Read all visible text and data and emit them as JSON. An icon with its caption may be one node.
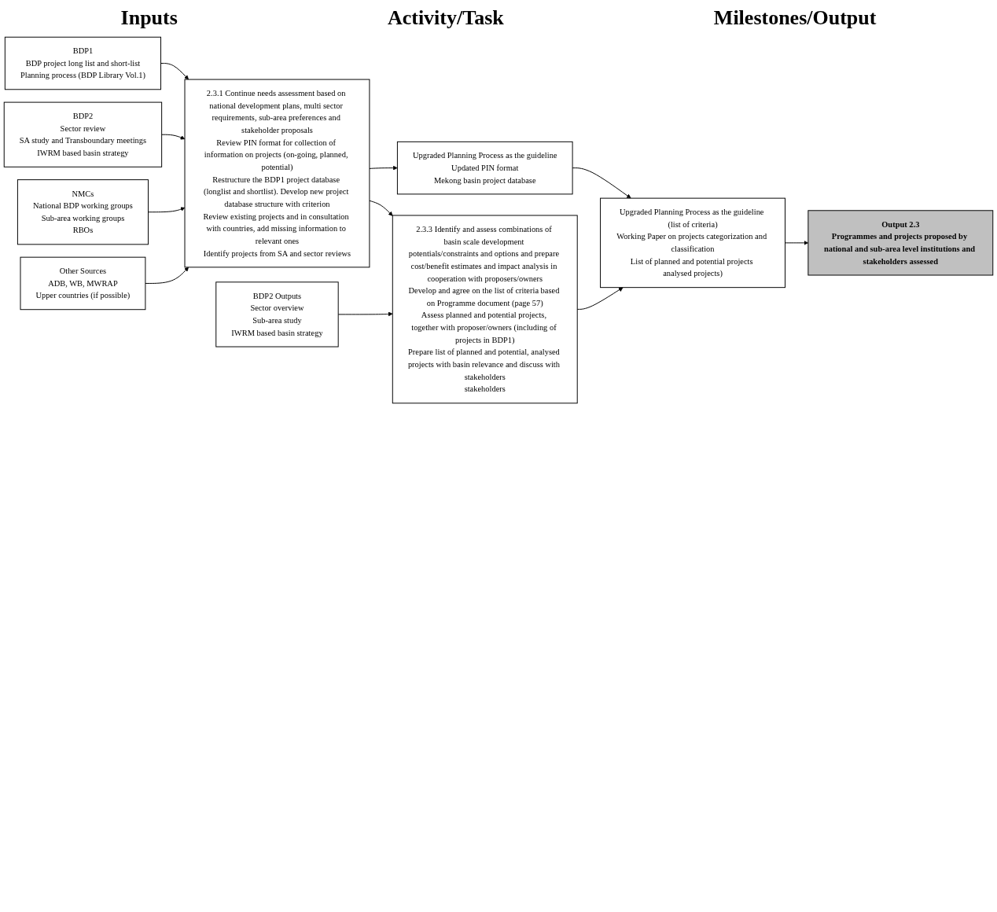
{
  "diagram": {
    "nodes": [
      {
        "text": [
          "BDP1",
          "BDP project long list and short-list",
          "Planning process (BDP Library Vol.1)"
        ]
      },
      {
        "text": [
          "BDP2",
          "Sector review",
          "SA study and Transboundary meetings",
          "IWRM based basin strategy"
        ]
      },
      {
        "text": [
          "NMCs",
          "National BDP working groups",
          "Sub-area working groups",
          "RBOs"
        ]
      },
      {
        "text": [
          "Other Sources",
          "ADB, WB, MWRAP",
          "Upper countries (if possible)"
        ]
      },
      {
        "text": [
          "BDP2 Outputs",
          "Sector overview",
          "Sub-area study",
          "IWRM based basin strategy"
        ]
      },
      {
        "text": [
          "2.3.1 Continue needs assessment based on national development plans, multi sector requirements, sub-area preferences and stakeholder proposals",
          "Review PIN format for collection of information on projects (on-going, planned, potential)",
          "Restructure the BDP1 project database (longlist and shortlist). Develop new project database structure with criterion",
          "Review existing projects and in consultation with countries, add missing information to relevant ones",
          "Identify projects from SA and sector reviews"
        ]
      },
      {
        "text": [
          "Upgraded Planning Process as the guideline",
          "Updated PIN format",
          "Mekong basin project database"
        ]
      },
      {
        "text": [
          "2.3.3 Identify and assess combinations of basin scale development potentials/constraints and options and prepare cost/benefit estimates and impact analysis in cooperation with proposers/owners",
          "Develop and agree on the list of criteria based on Programme document (page 57)",
          "Assess planned and potential projects, together with proposer/owners (including of projects in BDP1)",
          "Prepare list of planned and potential, analysed projects with basin relevance and discuss with stakeholders",
          "stakeholders"
        ]
      },
      {
        "text": [
          "Upgraded Planning Process as the guideline (list of criteria)",
          "Working Paper on projects categorization and classification",
          "List of planned and potential projects analysed projects)"
        ]
      },
      {
        "text": [
          "Output 2.3",
          "Programmes and projects proposed by national and sub-area level institutions and stakeholders assessed"
        ]
      }
    ],
    "edges": [
      {
        "from": 0,
        "to": 5,
        "arrow": "to"
      },
      {
        "from": 1,
        "to": 5,
        "arrow": "to"
      },
      {
        "from": 2,
        "to": 5,
        "arrow": "to"
      },
      {
        "from": 3,
        "to": 5,
        "arrow": "to"
      },
      {
        "from": 5,
        "to": 6,
        "arrow": "to"
      },
      {
        "from": 5,
        "to": 7,
        "arrow": "to"
      },
      {
        "from": 6,
        "to": 8,
        "arrow": "to"
      },
      {
        "from": 4,
        "to": 7,
        "arrow": "to"
      },
      {
        "from": 7,
        "to": 8,
        "arrow": "to"
      },
      {
        "from": 8,
        "to": 9,
        "arrow": "to"
      }
    ],
    "labels": [
      "Inputs",
      "Activity/Task",
      "Milestones/Output"
    ]
  }
}
